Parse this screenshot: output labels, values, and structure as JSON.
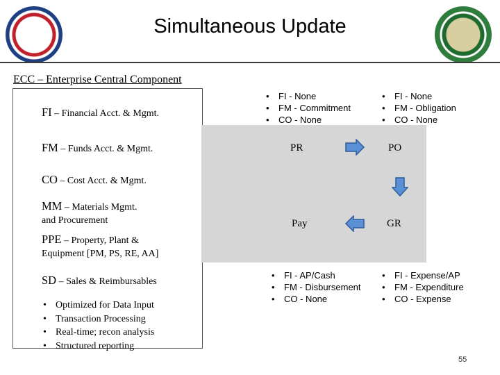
{
  "slide": {
    "title": "Simultaneous Update",
    "page_number": "55"
  },
  "ecc": {
    "title": "ECC – Enterprise Central Component",
    "modules": [
      {
        "abbr": "FI",
        "desc": " – Financial Acct. & Mgmt."
      },
      {
        "abbr": "FM",
        "desc": " – Funds Acct. & Mgmt."
      },
      {
        "abbr": "CO",
        "desc": " – Cost Acct. & Mgmt."
      },
      {
        "abbr": "MM",
        "desc": " – Materials Mgmt.",
        "line2": "and Procurement"
      },
      {
        "abbr": "PPE",
        "desc": " – Property, Plant &",
        "line2": "Equipment [PM, PS, RE, AA]"
      },
      {
        "abbr": "SD",
        "desc": " – Sales & Reimbursables"
      }
    ],
    "features": [
      "Optimized for Data Input",
      "Transaction Processing",
      "Real-time; recon analysis",
      "Structured reporting"
    ]
  },
  "flow": {
    "pr": {
      "label": "PR",
      "bullets": [
        "FI   - None",
        "FM  - Commitment",
        "CO  - None"
      ]
    },
    "po": {
      "label": "PO",
      "bullets": [
        "FI   - None",
        "FM  - Obligation",
        "CO  - None"
      ]
    },
    "pay": {
      "label": "Pay",
      "bullets": [
        "FI   - AP/Cash",
        "FM  - Disbursement",
        "CO  - None"
      ]
    },
    "gr": {
      "label": "GR",
      "bullets": [
        "FI   - Expense/AP",
        "FM  - Expenditure",
        "CO  - Expense"
      ]
    }
  },
  "colors": {
    "arrow_fill": "#5b8fd6",
    "arrow_stroke": "#2e5b9a",
    "panel_gray": "#d6d6d6"
  }
}
